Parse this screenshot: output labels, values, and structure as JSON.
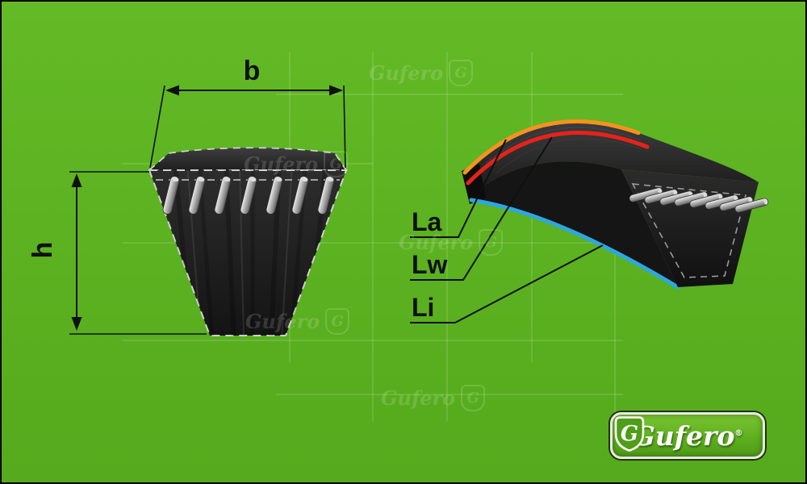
{
  "page": {
    "background_color": "#5bb120",
    "border_color": "#000000"
  },
  "cross_section": {
    "width_label": "b",
    "height_label": "h"
  },
  "belt_3d": {
    "stripes": {
      "la": {
        "label": "La",
        "color": "#f6921e"
      },
      "lw": {
        "label": "Lw",
        "color": "#e5231b"
      },
      "li": {
        "label": "Li",
        "color": "#2da7e0"
      }
    }
  },
  "logo": {
    "brand": "Gufero",
    "registered_mark": "®",
    "monogram": "G"
  },
  "watermark": {
    "brand": "Gufero",
    "monogram": "G"
  }
}
